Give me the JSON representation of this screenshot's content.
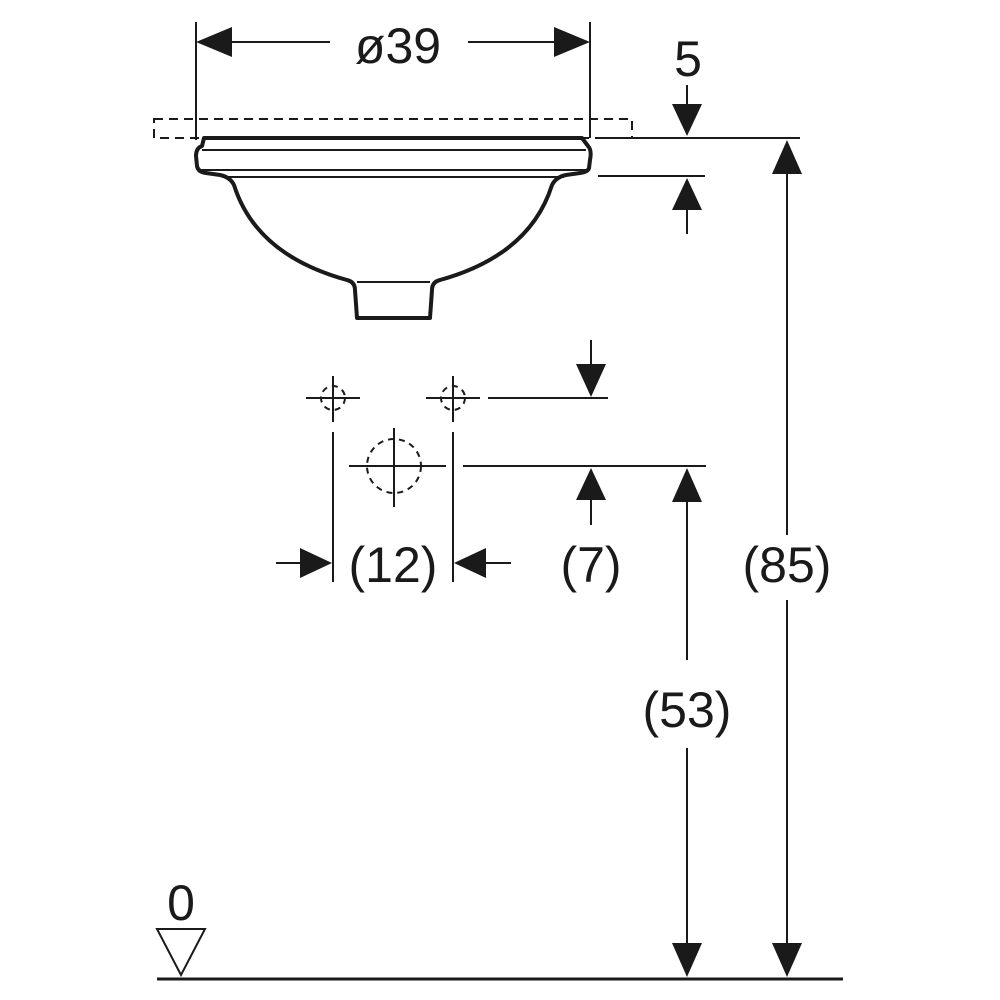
{
  "dimensions": {
    "diameter": "ø39",
    "rim_thickness": "5",
    "total_height": "(85)",
    "drain_height": "(53)",
    "tap_offset": "(7)",
    "tap_spacing": "(12)",
    "floor_level": "0"
  }
}
